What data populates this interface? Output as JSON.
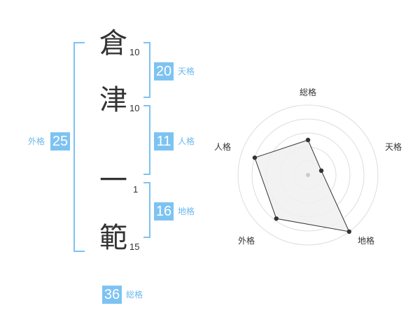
{
  "name": {
    "chars": [
      {
        "char": "倉",
        "strokes": "10"
      },
      {
        "char": "津",
        "strokes": "10"
      },
      {
        "char": "一",
        "strokes": "1"
      },
      {
        "char": "範",
        "strokes": "15"
      }
    ]
  },
  "fortunes": {
    "tenkaku": {
      "value": "20",
      "label": "天格"
    },
    "jinkaku": {
      "value": "11",
      "label": "人格"
    },
    "chikaku": {
      "value": "16",
      "label": "地格"
    },
    "gaikaku": {
      "value": "25",
      "label": "外格"
    },
    "soukaku": {
      "value": "36",
      "label": "総格"
    }
  },
  "radar": {
    "axes": [
      "総格",
      "天格",
      "地格",
      "外格",
      "人格"
    ],
    "values": [
      0.5,
      0.2,
      1.0,
      0.77,
      0.8
    ],
    "rings": 5
  },
  "colors": {
    "accent": "#7dc3f2",
    "accent_text": "#6bb8ee",
    "text": "#333333",
    "radar_fill": "#f0f0f0",
    "radar_ring": "#dddddd"
  }
}
